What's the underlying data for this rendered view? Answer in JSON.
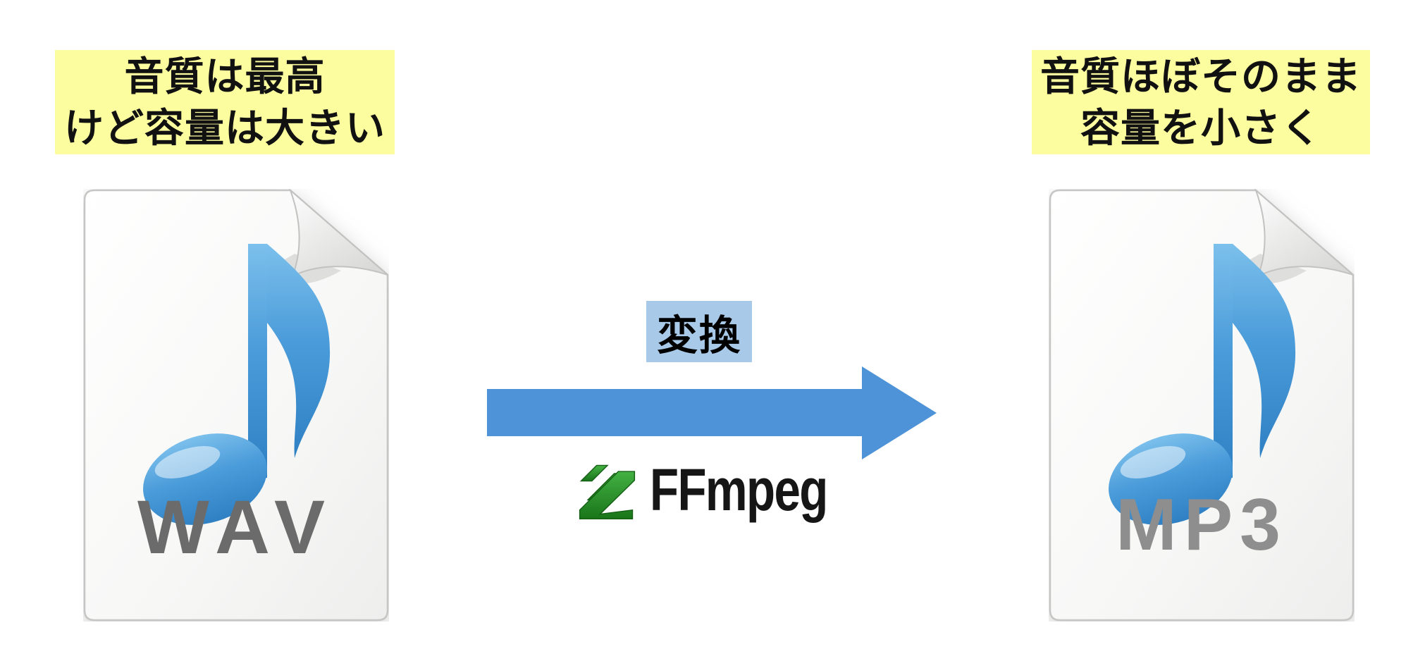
{
  "page": {
    "background_color": "#ffffff"
  },
  "left_label": {
    "line1": "音質は最高",
    "line2": "けど容量は大きい",
    "bg_color": "#fcfd9e",
    "text_color": "#111111"
  },
  "right_label": {
    "line1": "音質ほぼそのまま",
    "line2": "容量を小さく",
    "bg_color": "#fcfd9e",
    "text_color": "#111111"
  },
  "source_file": {
    "format": "WAV",
    "icon": "music-note-file-icon",
    "format_text_color": "#6b6b6b",
    "note_color": "#3186cc"
  },
  "target_file": {
    "format": "MP3",
    "icon": "music-note-file-icon",
    "format_text_color": "#8e8e8e",
    "note_color": "#3186cc"
  },
  "conversion": {
    "label": "変換",
    "label_bg_color": "#a9c9e9",
    "arrow_color": "#4e93d8",
    "tool_name": "FFmpeg",
    "tool_icon": "ffmpeg-zigzag-icon",
    "tool_icon_color": "#2e8b2e",
    "tool_text_color": "#161616"
  }
}
